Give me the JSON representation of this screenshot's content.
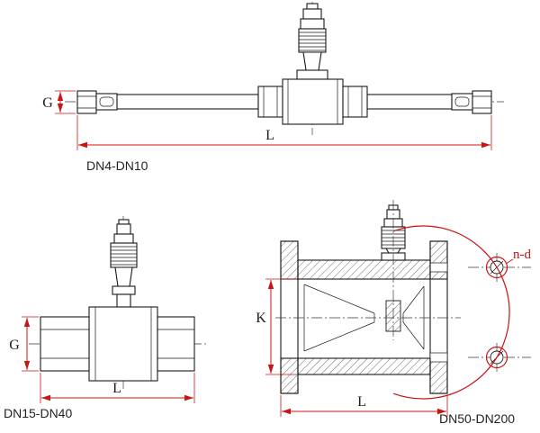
{
  "colors": {
    "line": "#1a1a1a",
    "dimension_line": "#c81414",
    "annotation": "#c81414",
    "background": "#ffffff",
    "label_text": "#222222"
  },
  "drawings": {
    "dn4_dn10": {
      "label": "DN4-DN10",
      "dims": {
        "g": "G",
        "l": "L"
      }
    },
    "dn15_dn40": {
      "label": "DN15-DN40",
      "dims": {
        "g": "G",
        "l": "L"
      }
    },
    "dn50_dn200": {
      "label": "DN50-DN200",
      "dims": {
        "k": "K",
        "l": "L",
        "bolt": "n-d"
      }
    }
  }
}
